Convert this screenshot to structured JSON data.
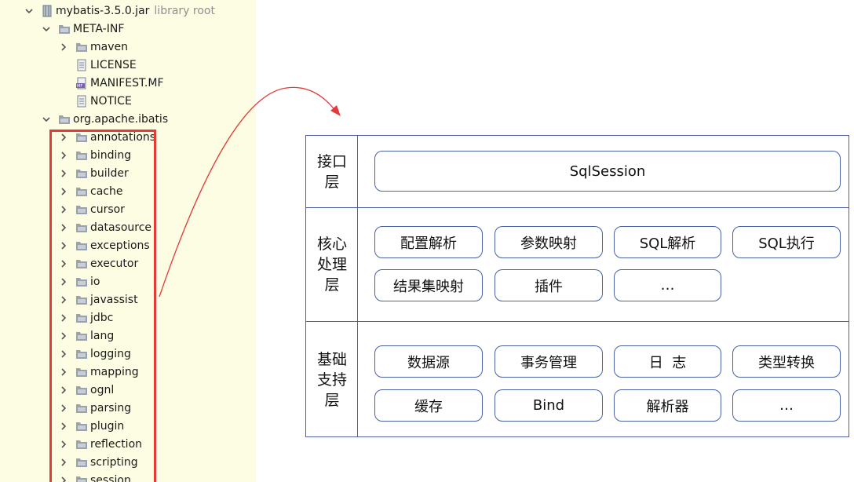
{
  "tree": {
    "root": {
      "name": "mybatis-3.5.0.jar",
      "suffix": "library root"
    },
    "meta_inf": {
      "name": "META-INF",
      "children": [
        "maven",
        "LICENSE",
        "MANIFEST.MF",
        "NOTICE"
      ]
    },
    "package": {
      "name": "org.apache.ibatis",
      "children": [
        "annotations",
        "binding",
        "builder",
        "cache",
        "cursor",
        "datasource",
        "exceptions",
        "executor",
        "io",
        "javassist",
        "jdbc",
        "lang",
        "logging",
        "mapping",
        "ognl",
        "parsing",
        "plugin",
        "reflection",
        "scripting",
        "session"
      ]
    },
    "icons": {
      "jar": "jar-icon",
      "folder": "folder-icon",
      "file": "text-file-icon",
      "manifest": "manifest-file-icon"
    }
  },
  "diagram": {
    "layers": [
      {
        "label": "接口层",
        "boxes": [
          "SqlSession"
        ]
      },
      {
        "label": "核心处理层",
        "boxes": [
          "配置解析",
          "参数映射",
          "SQL解析",
          "SQL执行",
          "结果集映射",
          "插件",
          "…"
        ]
      },
      {
        "label": "基础支持层",
        "boxes": [
          "数据源",
          "事务管理",
          "日  志",
          "类型转换",
          "缓存",
          "Bind",
          "解析器",
          "…"
        ]
      }
    ]
  },
  "colors": {
    "tree_background": "#fdfde4",
    "highlight": "#e53a3a",
    "connector": "#e53a3a",
    "diagram_border": "#4a61a3",
    "folder": "#9aa3ad"
  }
}
